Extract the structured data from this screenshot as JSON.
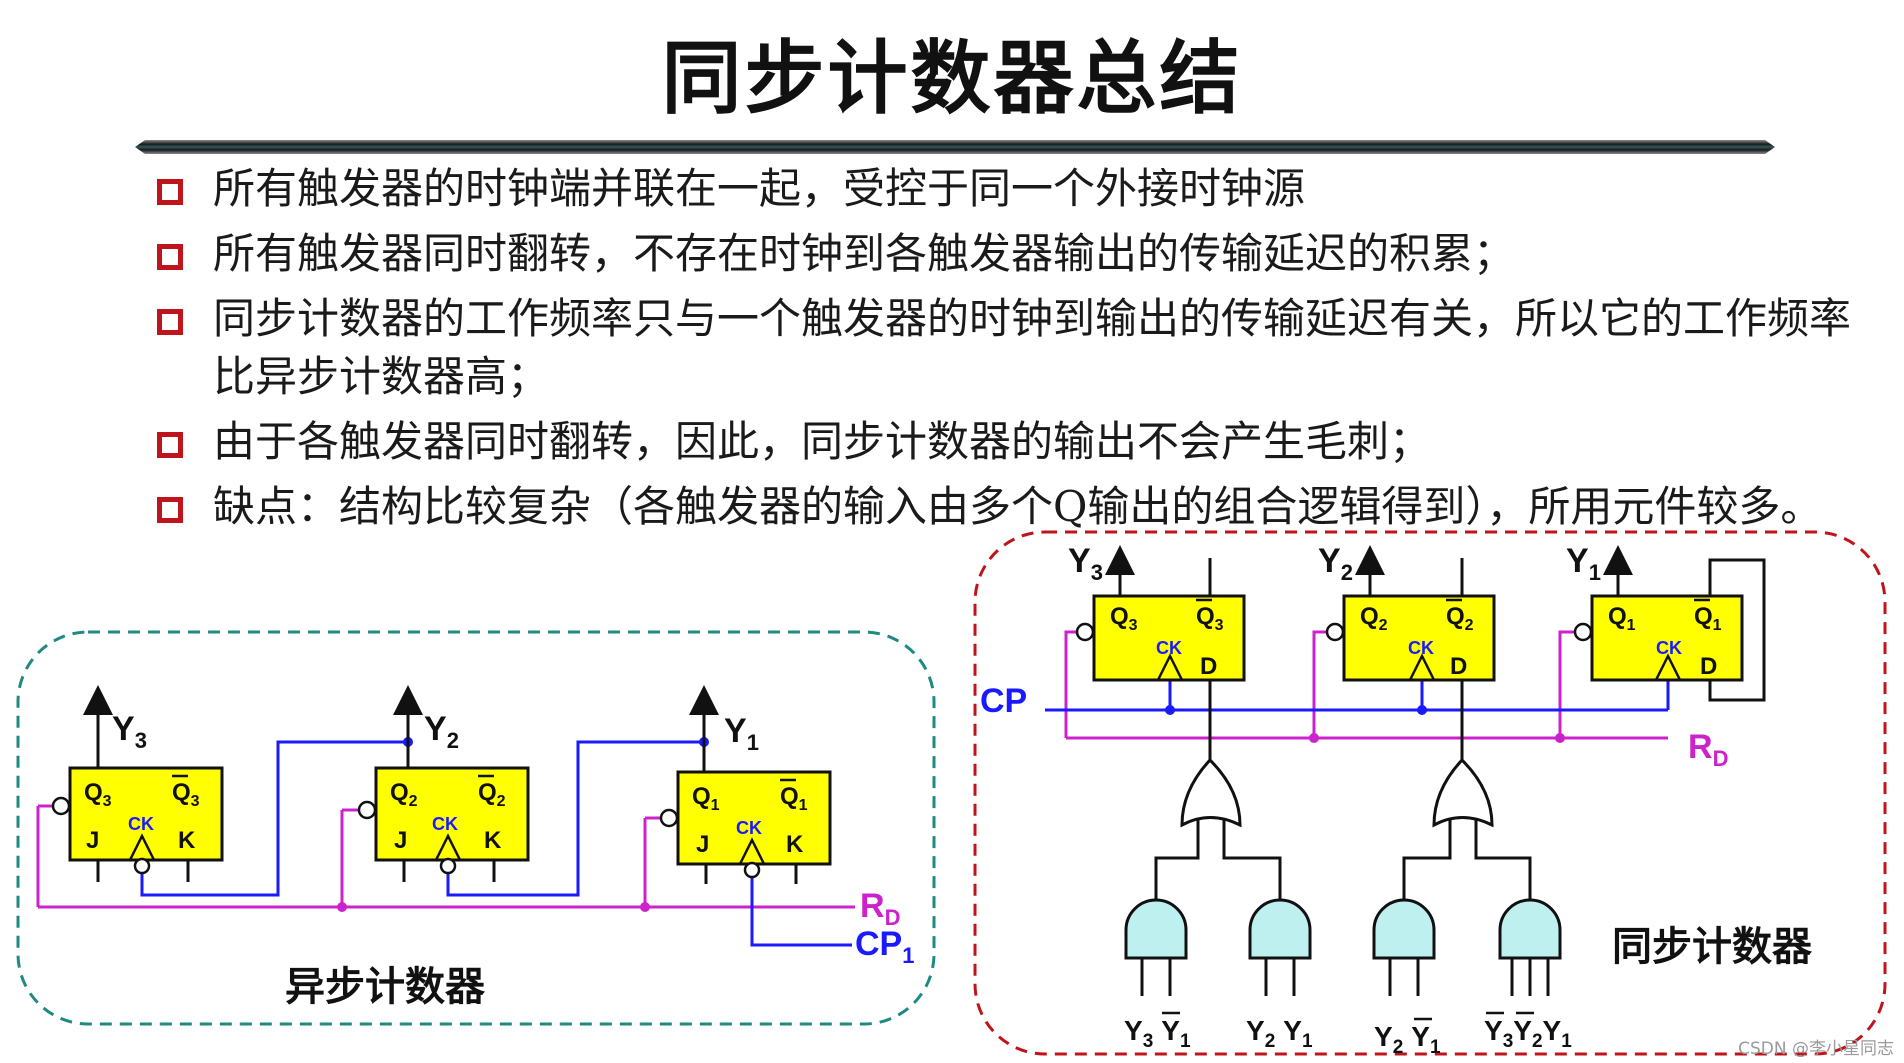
{
  "title": "同步计数器总结",
  "bullets": [
    "所有触发器的时钟端并联在一起，受控于同一个外接时钟源",
    "所有触发器同时翻转，不存在时钟到各触发器输出的传输延迟的积累；",
    "同步计数器的工作频率只与一个触发器的时钟到输出的传输延迟有关，所以它的工作频率比异步计数器高；",
    "由于各触发器同时翻转，因此，同步计数器的输出不会产生毛刺；",
    "缺点：结构比较复杂（各触发器的输入由多个Q输出的组合逻辑得到），所用元件较多。"
  ],
  "async_diagram": {
    "label": "异步计数器",
    "flipflops": [
      {
        "out": "Y",
        "sub": "3",
        "q": "Q",
        "qsub": "3",
        "j": "J",
        "k": "K",
        "ck": "CK"
      },
      {
        "out": "Y",
        "sub": "2",
        "q": "Q",
        "qsub": "2",
        "j": "J",
        "k": "K",
        "ck": "CK"
      },
      {
        "out": "Y",
        "sub": "1",
        "q": "Q",
        "qsub": "1",
        "j": "J",
        "k": "K",
        "ck": "CK"
      }
    ],
    "reset": {
      "main": "R",
      "sub": "D"
    },
    "clock": {
      "main": "CP",
      "sub": "1"
    }
  },
  "sync_diagram": {
    "label": "同步计数器",
    "clock": "CP",
    "reset": {
      "main": "R",
      "sub": "D"
    },
    "flipflops": [
      {
        "out": "Y",
        "sub": "3",
        "q": "Q",
        "qsub": "3",
        "d": "D",
        "ck": "CK"
      },
      {
        "out": "Y",
        "sub": "2",
        "q": "Q",
        "qsub": "2",
        "d": "D",
        "ck": "CK"
      },
      {
        "out": "Y",
        "sub": "1",
        "q": "Q",
        "qsub": "1",
        "d": "D",
        "ck": "CK"
      }
    ],
    "gate_inputs": [
      {
        "a": "Y",
        "a_sub": "3",
        "b": "Y",
        "b_sub": "1"
      },
      {
        "a": "Y",
        "a_sub": "2",
        "b": "Y",
        "b_sub": "1"
      },
      {
        "a": "Y",
        "a_sub": "2",
        "b": "Y",
        "b_sub": "1"
      },
      {
        "a": "Y",
        "a_sub": "3",
        "b": "Y",
        "b_sub": "2",
        "c": "Y",
        "c_sub": "1"
      }
    ]
  },
  "watermark": "CSDN @李小星同志",
  "colors": {
    "flipflop_fill": "#ffff00",
    "clock_line": "#1a1aff",
    "reset_line": "#cc22cc",
    "gate_fill": "#bff0f0",
    "async_border": "#1f8a80",
    "sync_border": "#c0141c",
    "bullet": "#c0141c"
  }
}
